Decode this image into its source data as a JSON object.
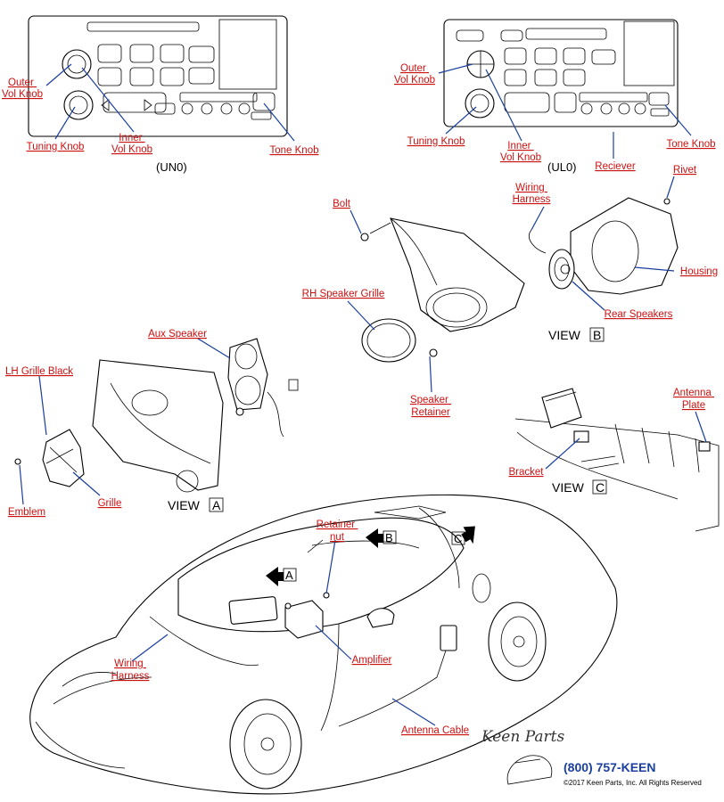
{
  "radio_un0": {
    "code": "(UN0)",
    "labels": {
      "outer_vol_knob": [
        "Outer",
        "Vol Knob"
      ],
      "tuning_knob": "Tuning Knob",
      "inner_vol_knob": [
        "Inner",
        "Vol Knob"
      ],
      "tone_knob": "Tone Knob"
    }
  },
  "radio_ul0": {
    "code": "(UL0)",
    "labels": {
      "outer_vol_knob": [
        "Outer",
        "Vol Knob"
      ],
      "tuning_knob": "Tuning Knob",
      "inner_vol_knob": [
        "Inner",
        "Vol Knob"
      ],
      "reciever": "Reciever",
      "tone_knob": "Tone Knob"
    }
  },
  "view_b": {
    "caption": "VIEW",
    "letter": "B",
    "labels": {
      "bolt": "Bolt",
      "wiring_harness": [
        "Wiring",
        "Harness"
      ],
      "rivet": "Rivet",
      "housing": "Housing",
      "rh_speaker_grille": "RH Speaker Grille",
      "rear_speakers": "Rear Speakers",
      "speaker_retainer": [
        "Speaker",
        "Retainer"
      ]
    }
  },
  "view_a": {
    "caption": "VIEW",
    "letter": "A",
    "labels": {
      "aux_speaker": "Aux Speaker",
      "lh_grille_black": "LH Grille Black",
      "grille": "Grille",
      "emblem": "Emblem"
    }
  },
  "view_c": {
    "caption": "VIEW",
    "letter": "C",
    "labels": {
      "antenna_plate": [
        "Antenna",
        "Plate"
      ],
      "bracket": "Bracket"
    }
  },
  "car": {
    "arrow_letters": [
      "A",
      "B",
      "C"
    ],
    "labels": {
      "retainer_nut": [
        "Retainer",
        "nut"
      ],
      "amplifier": "Amplifier",
      "wiring_harness": [
        "Wiring",
        "Harness"
      ],
      "antenna_cable": "Antenna Cable"
    }
  },
  "footer": {
    "logo_text": "Keen Parts",
    "phone": "(800) 757-KEEN",
    "copyright": "©2017 Keen Parts, Inc. All Rights Reserved"
  }
}
